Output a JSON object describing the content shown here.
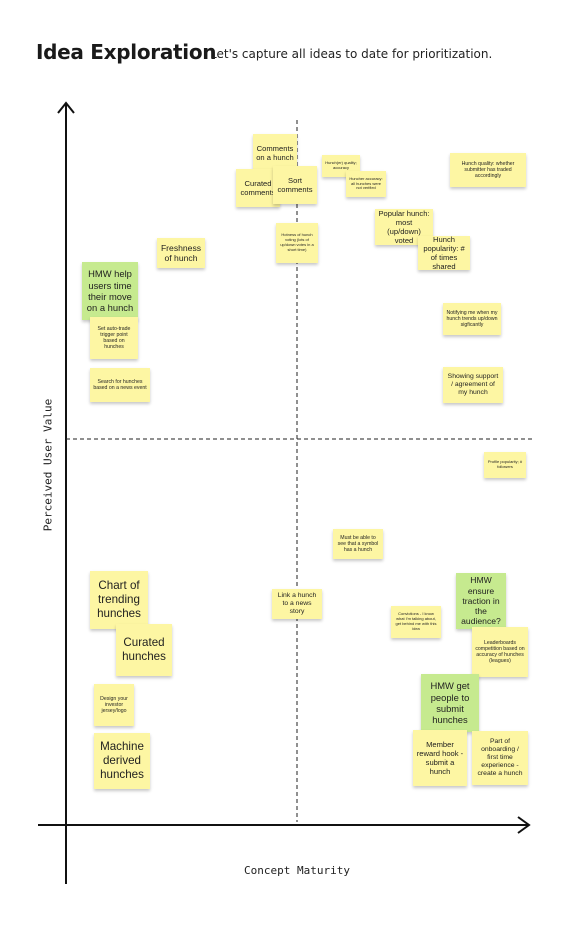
{
  "header": {
    "title": "Idea Exploration",
    "subtitle": "Let's capture all ideas to date for prioritization."
  },
  "axes": {
    "y_label": "Perceived User Value",
    "x_label": "Concept Maturity"
  },
  "colors": {
    "note_yellow": "#fdf6a3",
    "note_green": "#c6ea8f",
    "axis": "#111111"
  },
  "notes": {
    "comments_on_hunch": "Comments on a hunch",
    "curated_comments": "Curated comments",
    "sort_comments": "Sort comments",
    "hunch_quality_accuracy": "Hunch(er) quality; accuracy",
    "huncher_accuracy": "Huncher accuracy: all hunches were not verified",
    "hunch_quality_traded": "Hunch quality: whether submitter has traded accordingly",
    "hotness_of_hunch": "Hotness of hunch voting (lots of up/down votes in a short time)",
    "freshness_of_hunch": "Freshness of hunch",
    "popular_hunch": "Popular hunch: most (up/down) voted",
    "hunch_popularity_shared": "Hunch popularity: # of times shared",
    "hmw_time_move": "HMW help users time their move on a hunch",
    "set_auto_trade": "Set auto-trade trigger point based on hunches",
    "notifying_trends": "Notifying me when my hunch trends up/down sigficantly",
    "search_news_event": "Search for hunches based on a news event",
    "showing_support": "Showing support / agreement of my hunch",
    "profile_popularity": "Profile popularity; # followers",
    "must_see_symbol": "Must be able to see that a symbol has a hunch",
    "chart_trending": "Chart of trending hunches",
    "link_news_story": "Link a hunch to a news story",
    "hmw_traction": "HMW ensure traction in the audience?",
    "convictions": "Convictions - I know what I'm talking about, get behind me with this idea",
    "curated_hunches": "Curated hunches",
    "leaderboards": "Leaderboards competition based on accuracy of hunches (leagues)",
    "design_jersey": "Design your investor jersey/logo",
    "hmw_submit": "HMW get people to submit hunches",
    "member_reward": "Member reward hook - submit a hunch",
    "onboarding": "Part of onboarding / first time experience - create a hunch",
    "machine_derived": "Machine derived hunches"
  }
}
